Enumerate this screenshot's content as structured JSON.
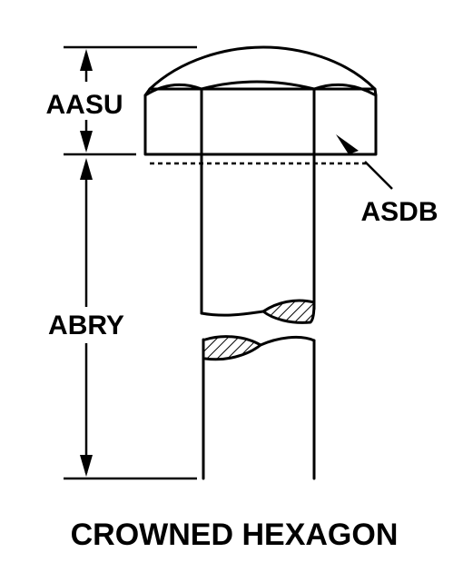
{
  "labels": {
    "head_height": "AASU",
    "bearing_surface": "ASDB",
    "shank_length": "ABRY"
  },
  "title": "CROWNED HEXAGON"
}
